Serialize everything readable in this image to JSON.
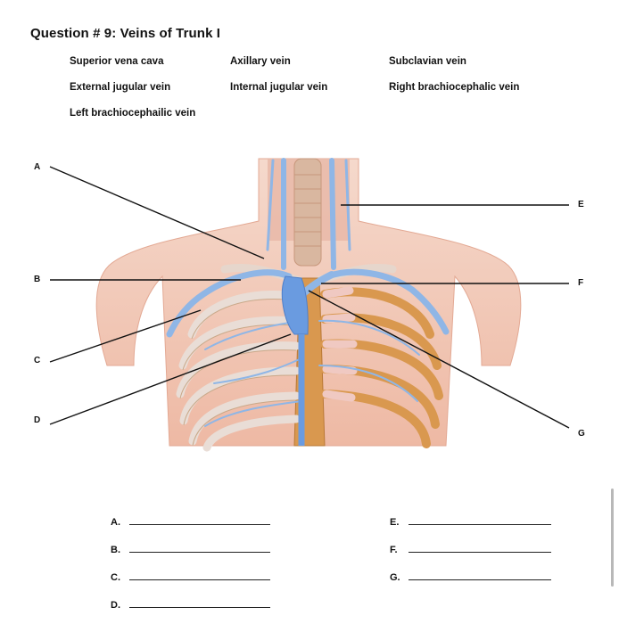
{
  "question": {
    "title": "Question # 9: Veins of Trunk I"
  },
  "word_bank": [
    "Superior vena cava",
    "Axillary vein",
    "Subclavian vein",
    "External jugular vein",
    "Internal jugular vein",
    "Right brachiocephalic vein",
    "Left brachiocephailic vein"
  ],
  "labels": {
    "A": "A",
    "B": "B",
    "C": "C",
    "D": "D",
    "E": "E",
    "F": "F",
    "G": "G"
  },
  "answers": [
    "A.",
    "B.",
    "C.",
    "D.",
    "E.",
    "F.",
    "G."
  ],
  "colors": {
    "skin": "#f3cfc0",
    "skin_shadow": "#e8b39f",
    "vein": "#8fb6e6",
    "vein_dark": "#5f8fd8",
    "bone": "#e7dcd4",
    "rib_orange": "#d99a55",
    "leader": "#111111"
  }
}
